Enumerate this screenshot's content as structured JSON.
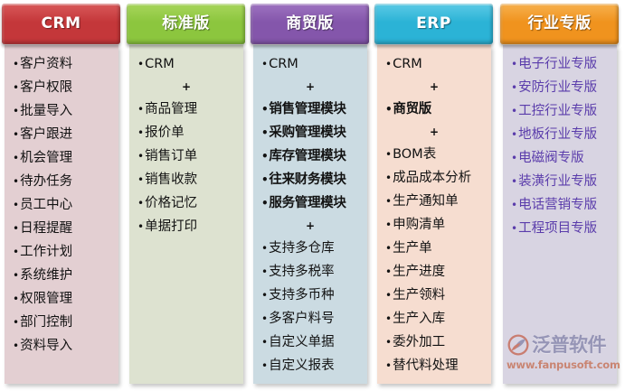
{
  "diagram": {
    "type": "comparison-columns",
    "title": "",
    "columns": [
      {
        "id": "crm",
        "header": "CRM",
        "header_color": "#c4373a",
        "header_color_light": "#d9595a",
        "body_color": "#e3cfd2",
        "text_color": "#121212",
        "items": [
          {
            "label": "客户资料",
            "style": "normal"
          },
          {
            "label": "客户权限",
            "style": "normal"
          },
          {
            "label": "批量导入",
            "style": "normal"
          },
          {
            "label": "客户跟进",
            "style": "normal"
          },
          {
            "label": "机会管理",
            "style": "normal"
          },
          {
            "label": "待办任务",
            "style": "normal"
          },
          {
            "label": "员工中心",
            "style": "normal"
          },
          {
            "label": "日程提醒",
            "style": "normal"
          },
          {
            "label": "工作计划",
            "style": "normal"
          },
          {
            "label": "系统维护",
            "style": "normal"
          },
          {
            "label": "权限管理",
            "style": "normal"
          },
          {
            "label": "部门控制",
            "style": "normal"
          },
          {
            "label": "资料导入",
            "style": "normal"
          }
        ]
      },
      {
        "id": "standard",
        "header": "标准版",
        "header_color": "#8cc63e",
        "header_color_light": "#a8d65c",
        "body_color": "#dde2d0",
        "text_color": "#121212",
        "items": [
          {
            "label": "CRM",
            "style": "normal"
          },
          {
            "label": "+",
            "style": "plus"
          },
          {
            "label": "商品管理",
            "style": "normal"
          },
          {
            "label": "报价单",
            "style": "normal"
          },
          {
            "label": "销售订单",
            "style": "normal"
          },
          {
            "label": "销售收款",
            "style": "normal"
          },
          {
            "label": "价格记忆",
            "style": "normal"
          },
          {
            "label": "单据打印",
            "style": "normal"
          }
        ]
      },
      {
        "id": "trade",
        "header": "商贸版",
        "header_color": "#8456ab",
        "header_color_light": "#9e73c1",
        "body_color": "#cbdbe2",
        "text_color": "#121212",
        "items": [
          {
            "label": "CRM",
            "style": "normal"
          },
          {
            "label": "+",
            "style": "plus"
          },
          {
            "label": "销售管理模块",
            "style": "bold"
          },
          {
            "label": "采购管理模块",
            "style": "bold"
          },
          {
            "label": "库存管理模块",
            "style": "bold"
          },
          {
            "label": "往来财务模块",
            "style": "bold"
          },
          {
            "label": "服务管理模块",
            "style": "bold"
          },
          {
            "label": "+",
            "style": "plus"
          },
          {
            "label": "支持多仓库",
            "style": "normal"
          },
          {
            "label": "支持多税率",
            "style": "normal"
          },
          {
            "label": "支持多币种",
            "style": "normal"
          },
          {
            "label": "多客户料号",
            "style": "normal"
          },
          {
            "label": "自定义单据",
            "style": "normal"
          },
          {
            "label": "自定义报表",
            "style": "normal"
          }
        ]
      },
      {
        "id": "erp",
        "header": "ERP",
        "header_color": "#2bb3d6",
        "header_color_light": "#5ccae6",
        "body_color": "#f6ddd0",
        "text_color": "#121212",
        "items": [
          {
            "label": "CRM",
            "style": "normal"
          },
          {
            "label": "+",
            "style": "plus"
          },
          {
            "label": "商贸版",
            "style": "bold"
          },
          {
            "label": "+",
            "style": "plus"
          },
          {
            "label": "BOM表",
            "style": "normal"
          },
          {
            "label": "成品成本分析",
            "style": "normal"
          },
          {
            "label": "生产通知单",
            "style": "normal"
          },
          {
            "label": "申购清单",
            "style": "normal"
          },
          {
            "label": "生产单",
            "style": "normal"
          },
          {
            "label": "生产进度",
            "style": "normal"
          },
          {
            "label": "生产领料",
            "style": "normal"
          },
          {
            "label": "生产入库",
            "style": "normal"
          },
          {
            "label": "委外加工",
            "style": "normal"
          },
          {
            "label": "替代料处理",
            "style": "normal"
          }
        ]
      },
      {
        "id": "industry",
        "header": "行业专版",
        "header_color": "#f0931e",
        "header_color_light": "#f7b14e",
        "body_color": "#d8d4e2",
        "text_color": "#5a3cab",
        "items": [
          {
            "label": "电子行业专版",
            "style": "violet"
          },
          {
            "label": "安防行业专版",
            "style": "violet"
          },
          {
            "label": "工控行业专版",
            "style": "violet"
          },
          {
            "label": "地板行业专版",
            "style": "violet"
          },
          {
            "label": "电磁阀专版",
            "style": "violet"
          },
          {
            "label": "装潢行业专版",
            "style": "violet"
          },
          {
            "label": "电话营销专版",
            "style": "violet"
          },
          {
            "label": "工程项目专版",
            "style": "violet"
          }
        ]
      }
    ]
  },
  "watermark": {
    "brand": "泛普软件",
    "url": "www.fanpusoft.com",
    "mark_icon": "fanpu-swoosh-logo-icon",
    "brand_color": "#6e6f9c",
    "url_color": "#c0552f",
    "mark_color": "#c0482c"
  },
  "symbols": {
    "bullet": "•",
    "plus": "+"
  }
}
